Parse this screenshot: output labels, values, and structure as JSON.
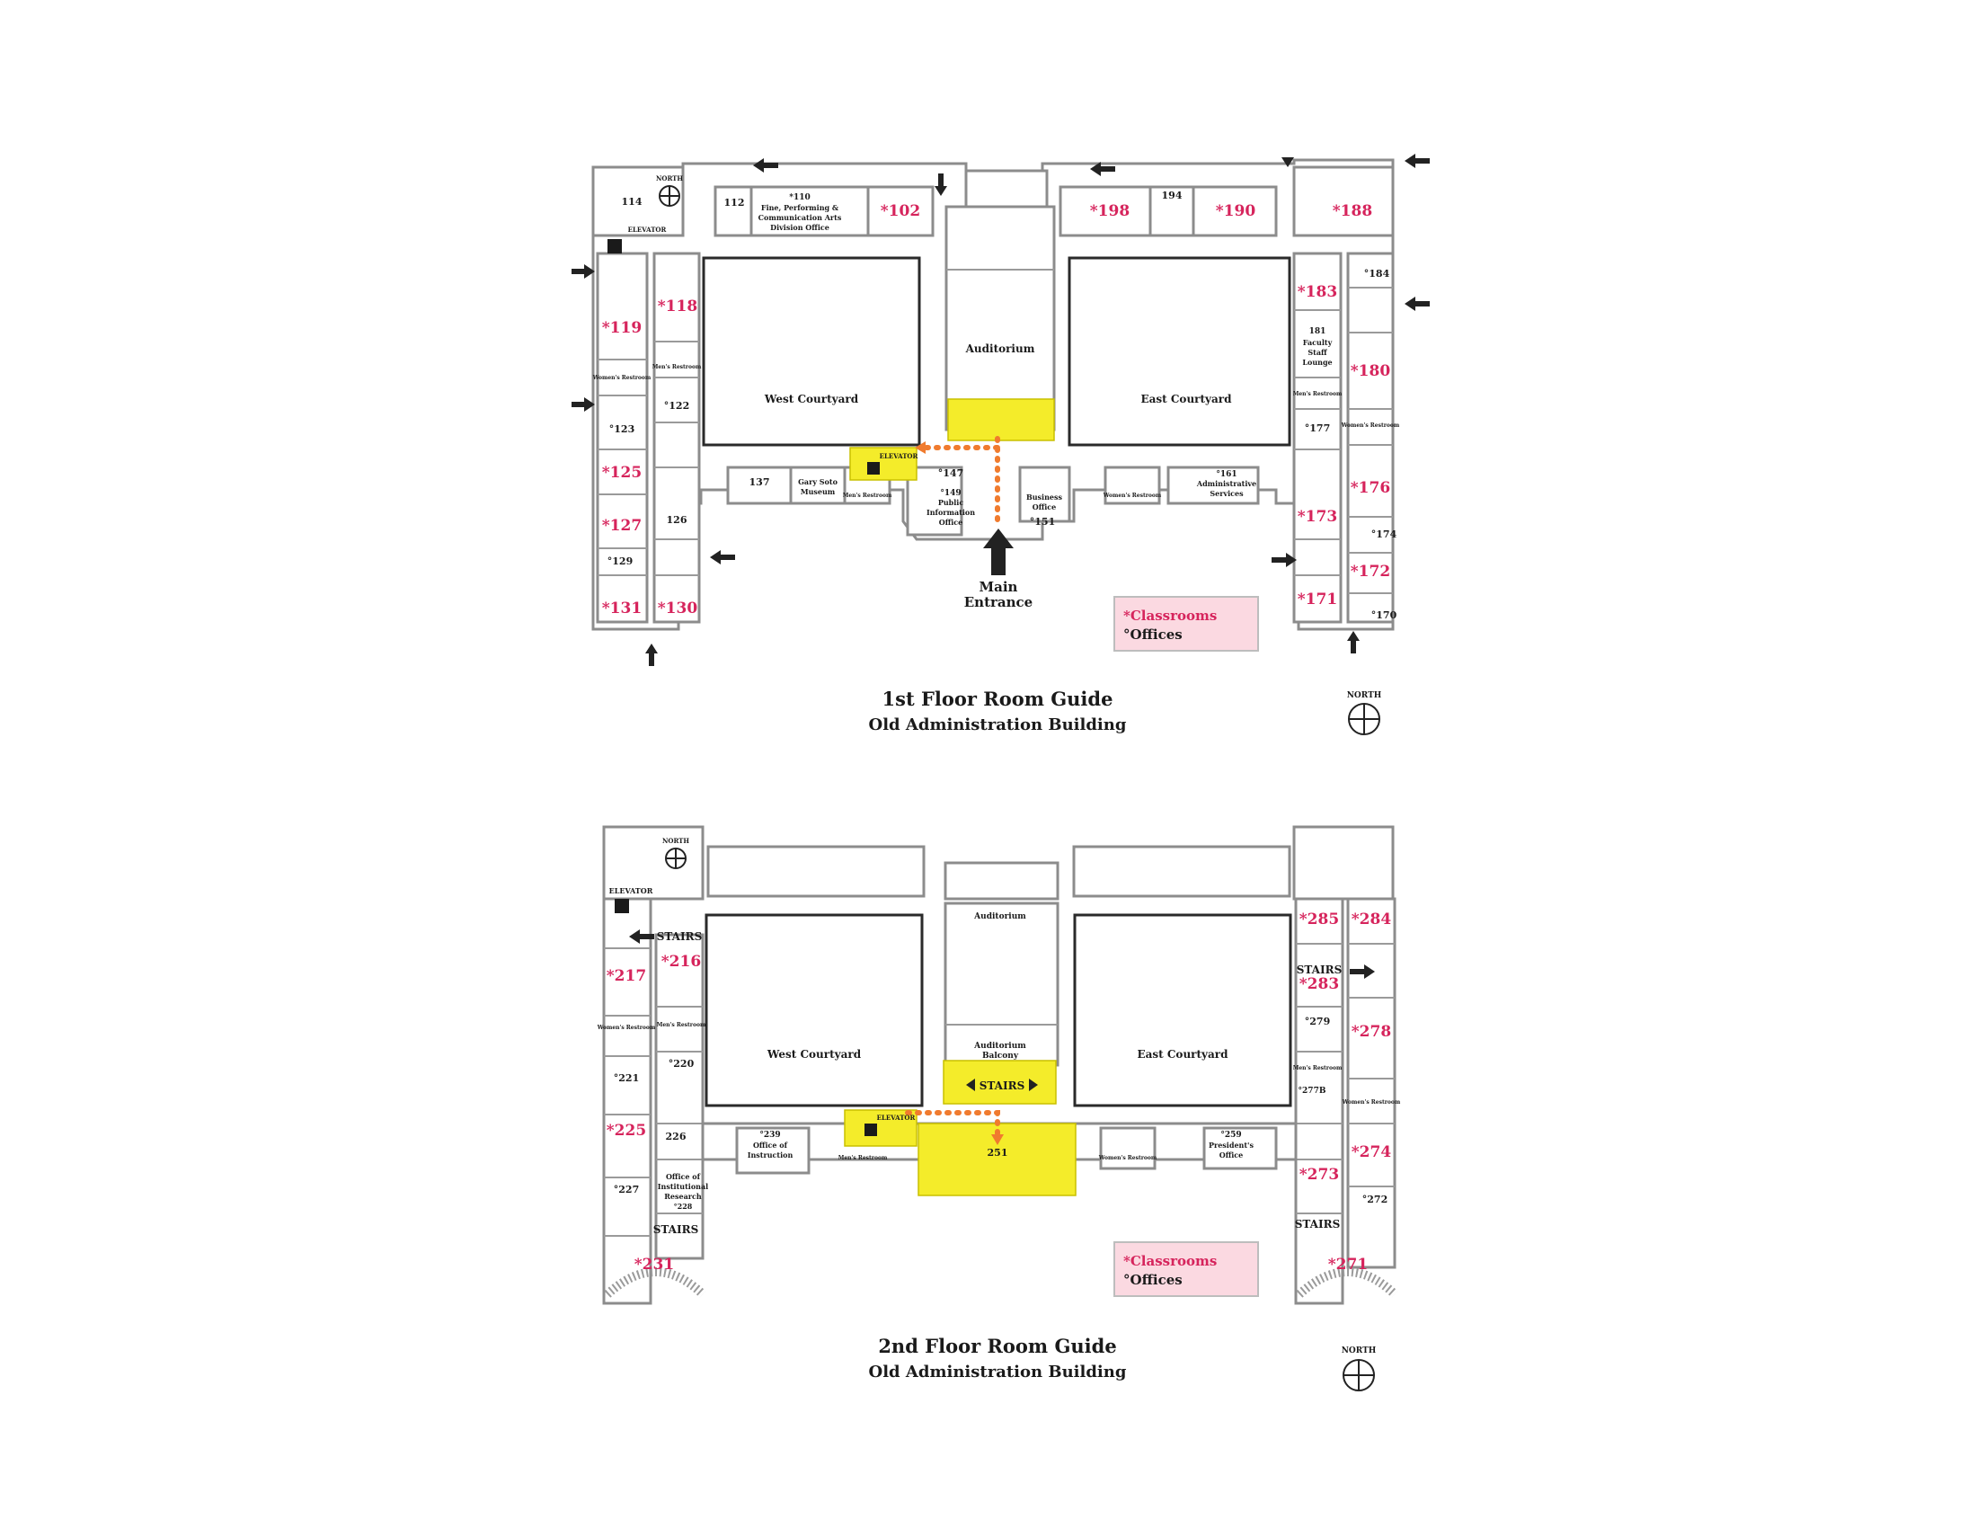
{
  "colors": {
    "classroom": "#d6245c",
    "highlight": "#f4ec2a",
    "route": "#f07b2e",
    "legend_bg": "#fbd9e1"
  },
  "legend": {
    "classrooms": "*Classrooms",
    "offices": "°Offices"
  },
  "north_label": "NORTH",
  "floor1": {
    "title": "1st Floor Room Guide",
    "subtitle": "Old Administration Building",
    "main_entrance_1": "Main",
    "main_entrance_2": "Entrance",
    "labels": {
      "west_courtyard": "West Courtyard",
      "east_courtyard": "East Courtyard",
      "auditorium": "Auditorium",
      "elevator_nw": "ELEVATOR",
      "elevator_center": "ELEVATOR",
      "mens_restroom_w": "Men's Restroom",
      "womens_restroom_w": "Women's Restroom",
      "mens_restroom_c": "Men's Restroom",
      "mens_restroom_e": "Men's Restroom",
      "womens_restroom_c": "Women's Restroom",
      "womens_restroom_e": "Women's Restroom",
      "r110_a": "*110",
      "r110_b": "Fine, Performing &",
      "r110_c": "Communication Arts",
      "r110_d": "Division Office",
      "gary_soto_1": "Gary Soto",
      "gary_soto_2": "Museum",
      "r149_a": "°149",
      "r149_b": "Public",
      "r149_c": "Information",
      "r149_d": "Office",
      "business_1": "Business",
      "business_2": "Office",
      "r161_a": "°161",
      "r161_b": "Administrative",
      "r161_c": "Services",
      "r181_a": "181",
      "r181_b": "Faculty",
      "r181_c": "Staff",
      "r181_d": "Lounge"
    },
    "rooms": {
      "r114": "114",
      "r112": "112",
      "r102": "*102",
      "r198": "*198",
      "r194": "194",
      "r190": "*190",
      "r188": "*188",
      "r119": "*119",
      "r118": "*118",
      "r122": "°122",
      "r123": "°123",
      "r125": "*125",
      "r127": "*127",
      "r126": "126",
      "r129": "°129",
      "r131": "*131",
      "r130": "*130",
      "r137": "137",
      "r147": "°147",
      "r151": "°151",
      "r184": "°184",
      "r183": "*183",
      "r180": "*180",
      "r177": "°177",
      "r176": "*176",
      "r173": "*173",
      "r174": "°174",
      "r172": "*172",
      "r171": "*171",
      "r170": "°170"
    }
  },
  "floor2": {
    "title": "2nd Floor Room Guide",
    "subtitle": "Old Administration Building",
    "labels": {
      "west_courtyard": "West Courtyard",
      "east_courtyard": "East Courtyard",
      "auditorium": "Auditorium",
      "auditorium_balcony_1": "Auditorium",
      "auditorium_balcony_2": "Balcony",
      "stairs_center": "STAIRS",
      "elevator_nw": "ELEVATOR",
      "elevator_center": "ELEVATOR",
      "stairs_nw": "STAIRS",
      "stairs_sw": "STAIRS",
      "stairs_ne": "STAIRS",
      "stairs_se": "STAIRS",
      "mens_restroom_w": "Men's Restroom",
      "womens_restroom_w": "Women's Restroom",
      "mens_restroom_c": "Men's Restroom",
      "womens_restroom_c": "Women's Restroom",
      "mens_restroom_e": "Men's Restroom",
      "womens_restroom_e": "Women's Restroom",
      "r239_a": "°239",
      "r239_b": "Office of",
      "r239_c": "Instruction",
      "r259_a": "°259",
      "r259_b": "President's",
      "r259_c": "Office",
      "r228_a": "Office of",
      "r228_b": "Institutional",
      "r228_c": "Research",
      "r228_d": "°228"
    },
    "rooms": {
      "r217": "*217",
      "r216": "*216",
      "r220": "°220",
      "r221": "°221",
      "r225": "*225",
      "r226": "226",
      "r227": "°227",
      "r231": "*231",
      "r251": "251",
      "r285": "*285",
      "r284": "*284",
      "r283": "*283",
      "r279": "°279",
      "r278": "*278",
      "r277b": "°277B",
      "r274": "*274",
      "r273": "*273",
      "r272": "°272",
      "r271": "*271"
    }
  }
}
